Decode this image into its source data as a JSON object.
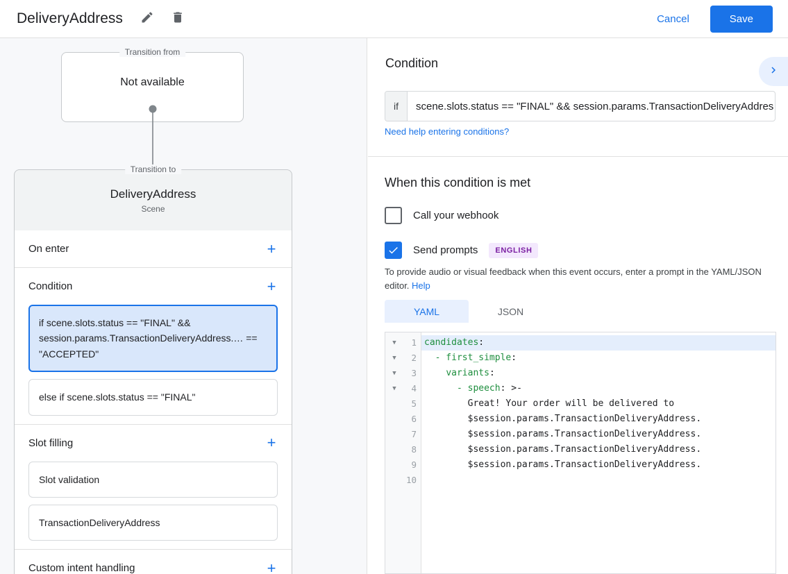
{
  "topbar": {
    "title": "DeliveryAddress",
    "edit_icon": "pencil-icon",
    "delete_icon": "trash-icon",
    "cancel_label": "Cancel",
    "save_label": "Save",
    "accent_color": "#1a73e8"
  },
  "left_panel": {
    "transition_from": {
      "legend": "Transition from",
      "value": "Not available"
    },
    "transition_to": {
      "legend": "Transition to",
      "title": "DeliveryAddress",
      "subtitle": "Scene"
    },
    "sections": [
      {
        "title": "On enter",
        "add_label": "+",
        "items": []
      },
      {
        "title": "Condition",
        "add_label": "+",
        "items": [
          {
            "text": "if scene.slots.status == \"FINAL\" && session.params.TransactionDeliveryAddress.… == \"ACCEPTED\"",
            "selected": true
          },
          {
            "text": "else if scene.slots.status == \"FINAL\"",
            "selected": false
          }
        ]
      },
      {
        "title": "Slot filling",
        "add_label": "+",
        "items": [
          {
            "text": "Slot validation",
            "selected": false
          },
          {
            "text": "TransactionDeliveryAddress",
            "selected": false
          }
        ]
      },
      {
        "title": "Custom intent handling",
        "add_label": "+",
        "items": []
      }
    ]
  },
  "right_panel": {
    "condition_header": "Condition",
    "expand_icon": "chevron-right-icon",
    "if_label": "if",
    "if_value": "scene.slots.status == \"FINAL\" && session.params.TransactionDeliveryAddres",
    "help_link": "Need help entering conditions?",
    "when_title": "When this condition is met",
    "webhook": {
      "label": "Call your webhook",
      "checked": false
    },
    "prompts": {
      "label": "Send prompts",
      "checked": true,
      "badge": "ENGLISH",
      "badge_color": "#7b1fa2"
    },
    "helper_text": "To provide audio or visual feedback when this event occurs, enter a prompt in the YAML/JSON editor.",
    "helper_link": "Help",
    "tabs": [
      {
        "label": "YAML",
        "active": true
      },
      {
        "label": "JSON",
        "active": false
      }
    ],
    "editor": {
      "lines": [
        {
          "num": "1",
          "fold": true,
          "highlight": true,
          "indent": 0,
          "key": "candidates",
          "after": ":",
          "plain": ""
        },
        {
          "num": "2",
          "fold": true,
          "highlight": false,
          "indent": 1,
          "key": "- first_simple",
          "after": ":",
          "plain": ""
        },
        {
          "num": "3",
          "fold": true,
          "highlight": false,
          "indent": 2,
          "key": "variants",
          "after": ":",
          "plain": ""
        },
        {
          "num": "4",
          "fold": true,
          "highlight": false,
          "indent": 3,
          "key": "- speech",
          "after": ": >-",
          "plain": ""
        },
        {
          "num": "5",
          "fold": false,
          "highlight": false,
          "indent": 4,
          "key": "",
          "after": "",
          "plain": "Great! Your order will be delivered to"
        },
        {
          "num": "6",
          "fold": false,
          "highlight": false,
          "indent": 4,
          "key": "",
          "after": "",
          "plain": "$session.params.TransactionDeliveryAddress."
        },
        {
          "num": "7",
          "fold": false,
          "highlight": false,
          "indent": 4,
          "key": "",
          "after": "",
          "plain": "$session.params.TransactionDeliveryAddress."
        },
        {
          "num": "8",
          "fold": false,
          "highlight": false,
          "indent": 4,
          "key": "",
          "after": "",
          "plain": "$session.params.TransactionDeliveryAddress."
        },
        {
          "num": "9",
          "fold": false,
          "highlight": false,
          "indent": 4,
          "key": "",
          "after": "",
          "plain": "$session.params.TransactionDeliveryAddress."
        },
        {
          "num": "10",
          "fold": false,
          "highlight": false,
          "indent": 0,
          "key": "",
          "after": "",
          "plain": ""
        }
      ]
    }
  }
}
